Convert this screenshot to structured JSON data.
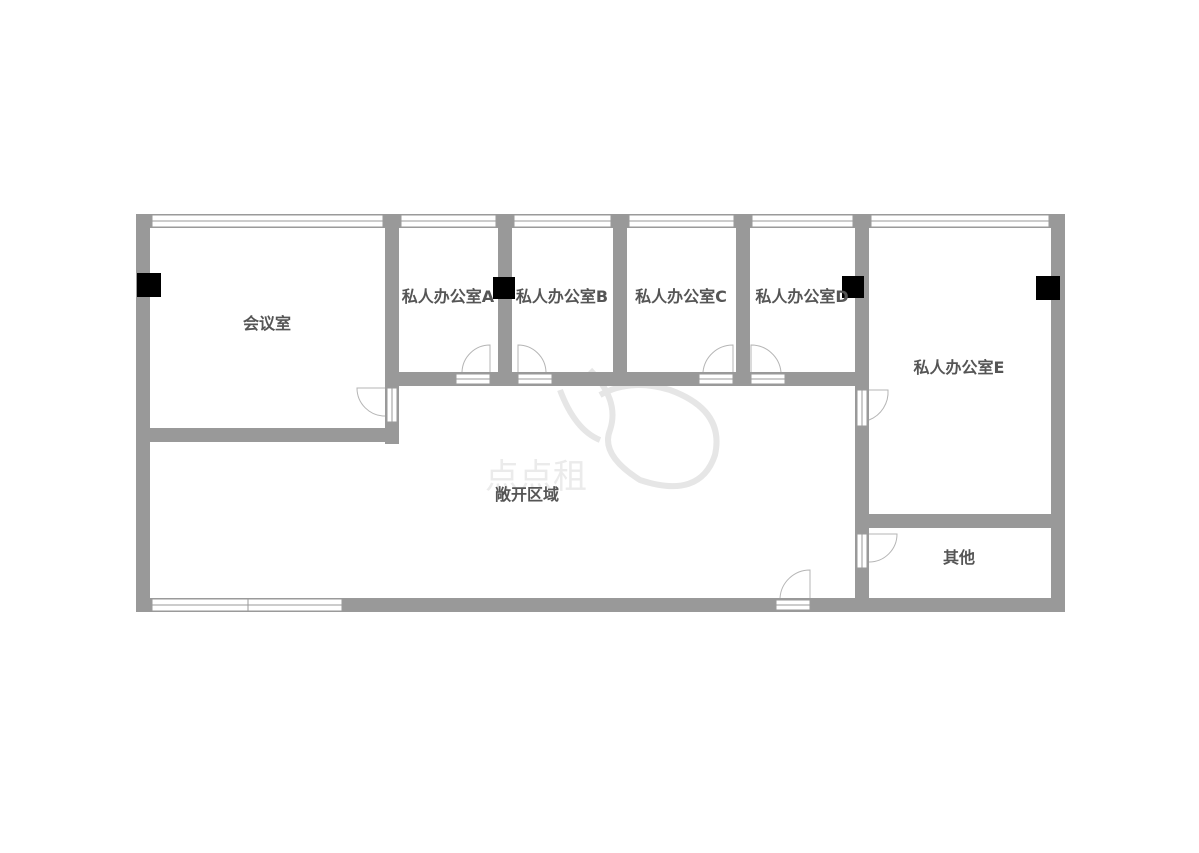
{
  "rooms": {
    "meeting_room": "会议室",
    "office_a": "私人办公室A",
    "office_b": "私人办公室B",
    "office_c": "私人办公室C",
    "office_d": "私人办公室D",
    "office_e": "私人办公室E",
    "open_area": "敞开区域",
    "other": "其他"
  },
  "watermark": {
    "text": "点点租"
  },
  "colors": {
    "wall": "#999999",
    "pillar": "#000000",
    "label": "#555555",
    "background": "#ffffff"
  }
}
